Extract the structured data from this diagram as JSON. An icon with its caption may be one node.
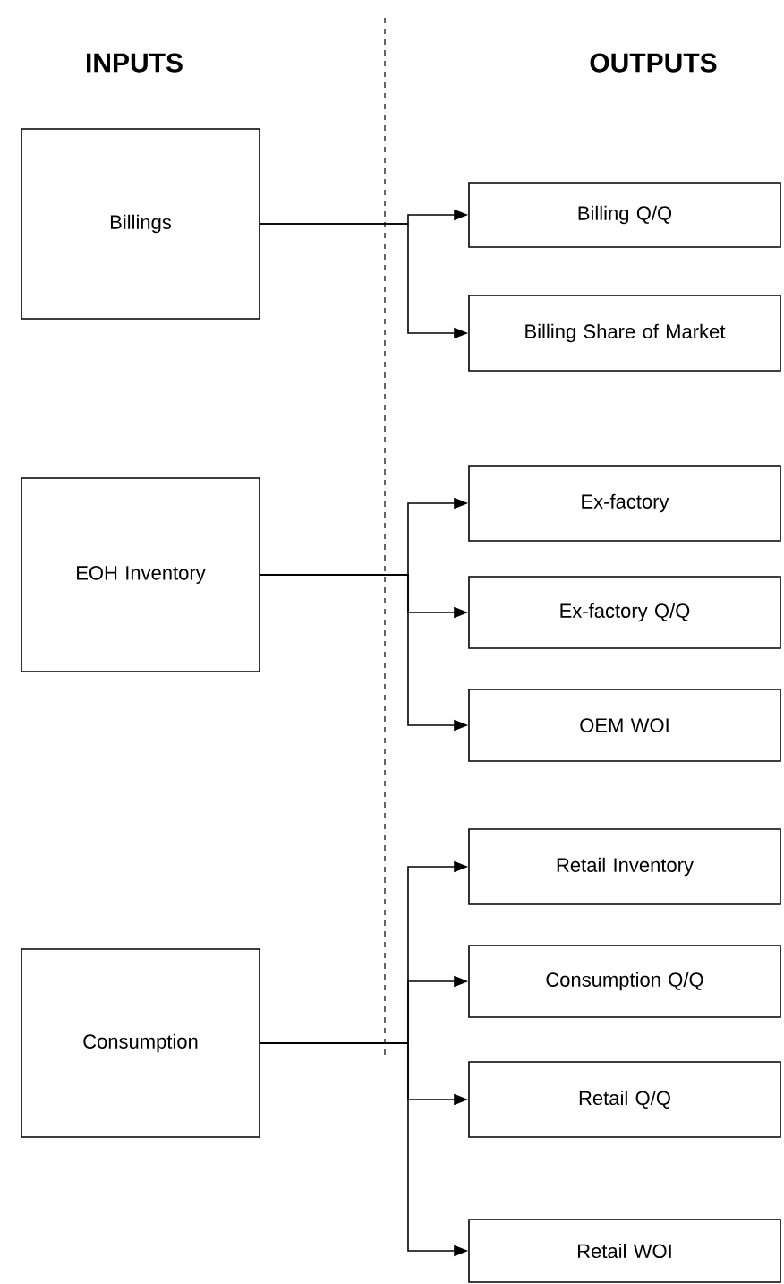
{
  "diagram": {
    "nodes": [
      {
        "text": [
          "Billings"
        ]
      },
      {
        "text": [
          "Billing Q/Q"
        ]
      },
      {
        "text": [
          "Billing Share of Market"
        ]
      },
      {
        "text": [
          "EOH Inventory"
        ]
      },
      {
        "text": [
          "Ex-factory"
        ]
      },
      {
        "text": [
          "Ex-factory Q/Q"
        ]
      },
      {
        "text": [
          "OEM WOI"
        ]
      },
      {
        "text": [
          "Retail Inventory"
        ]
      },
      {
        "text": [
          "Consumption Q/Q"
        ]
      },
      {
        "text": [
          "Consumption"
        ]
      },
      {
        "text": [
          "Retail Q/Q"
        ]
      },
      {
        "text": [
          "Retail WOI"
        ]
      }
    ],
    "edges": [
      {
        "from": 0,
        "to": 1,
        "arrow": "to"
      },
      {
        "from": 0,
        "to": 2,
        "arrow": "to"
      },
      {
        "from": 3,
        "to": 4,
        "arrow": "to"
      },
      {
        "from": 3,
        "to": 5,
        "arrow": "to"
      },
      {
        "from": 3,
        "to": 6,
        "arrow": "to"
      },
      {
        "from": 9,
        "to": 7,
        "arrow": "to"
      },
      {
        "from": 9,
        "to": 8,
        "arrow": "to"
      },
      {
        "from": 9,
        "to": 10,
        "arrow": "to"
      },
      {
        "from": 9,
        "to": 11,
        "arrow": "to"
      }
    ],
    "labels": [
      "INPUTS",
      "OUTPUTS"
    ]
  }
}
